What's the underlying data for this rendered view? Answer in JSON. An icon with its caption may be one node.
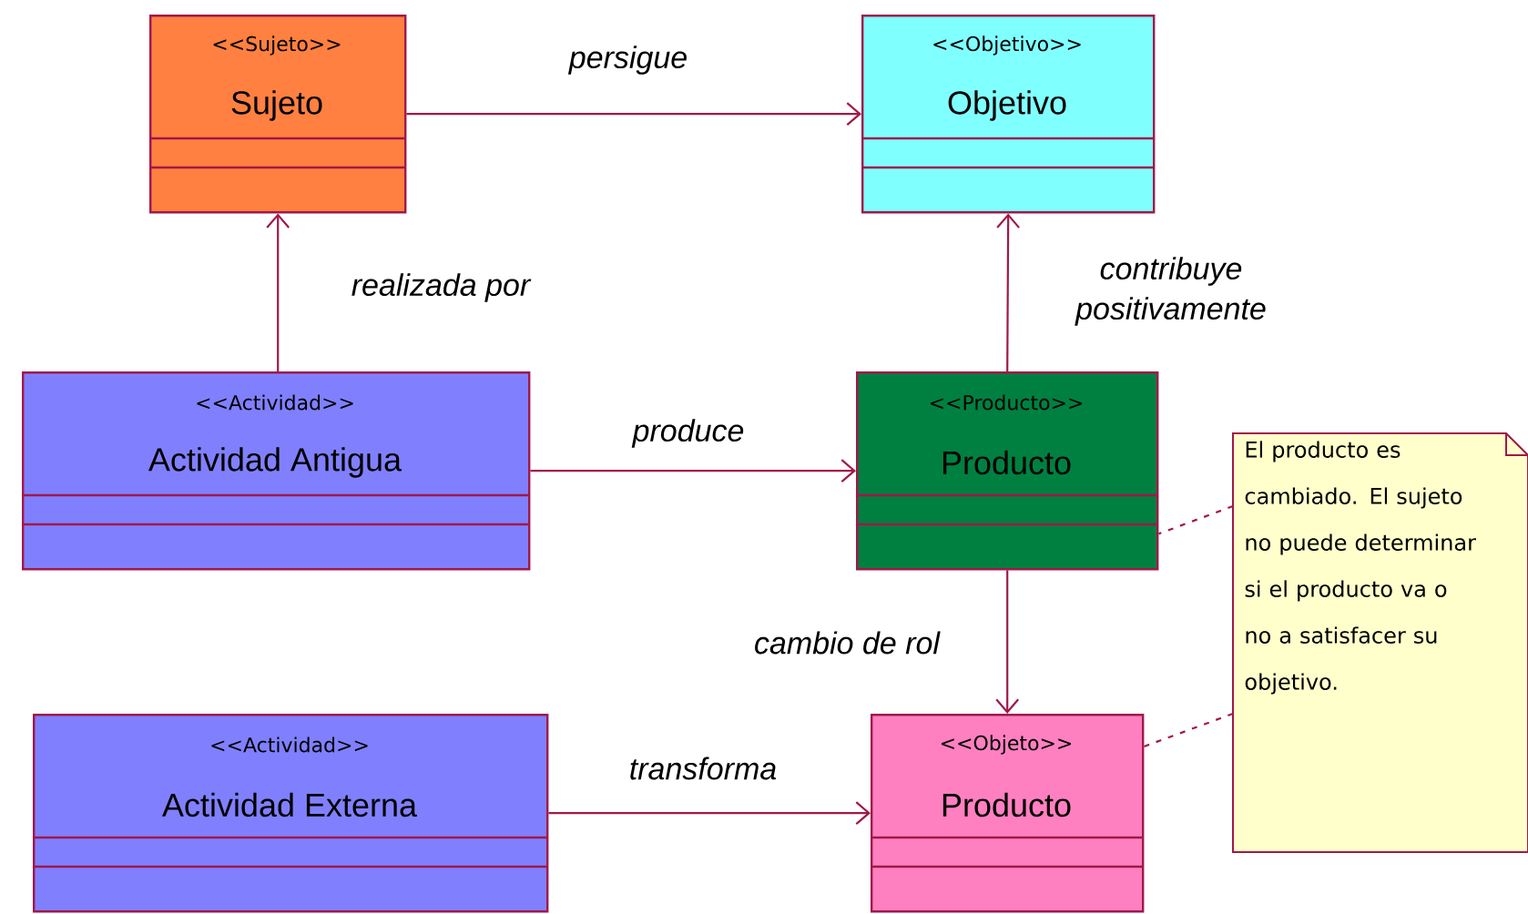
{
  "diagram": {
    "nodes": [
      {
        "text": [
          "<<Sujeto>>",
          "Sujeto"
        ]
      },
      {
        "text": [
          "<<Objetivo>>",
          "Objetivo"
        ]
      },
      {
        "text": [
          "<<Actividad>>",
          "Actividad Antigua"
        ]
      },
      {
        "text": [
          "<<Producto>>",
          "Producto"
        ]
      },
      {
        "text": [
          "El producto es cambiado. El sujeto no puede determinar si el producto va o no a satisfacer su objetivo."
        ]
      },
      {
        "text": [
          "<<Actividad>>",
          "Actividad Externa"
        ]
      },
      {
        "text": [
          "<<Objeto>>",
          "Producto"
        ]
      }
    ],
    "edges": [
      {
        "from": 0,
        "to": 1,
        "arrow": "to",
        "label": "persigue"
      },
      {
        "from": 2,
        "to": 0,
        "arrow": "to",
        "label": "realizada por"
      },
      {
        "from": 2,
        "to": 3,
        "arrow": "to",
        "label": "produce"
      },
      {
        "from": 3,
        "to": 1,
        "arrow": "to",
        "label": "contribuye positivamente"
      },
      {
        "from": 3,
        "to": 6,
        "arrow": "to",
        "label": "cambio de rol"
      },
      {
        "from": 5,
        "to": 6,
        "arrow": "to",
        "label": "transforma"
      },
      {
        "from": 4,
        "to": 3,
        "arrow": "none",
        "style": "dashed"
      },
      {
        "from": 4,
        "to": 6,
        "arrow": "none",
        "style": "dashed"
      }
    ]
  }
}
